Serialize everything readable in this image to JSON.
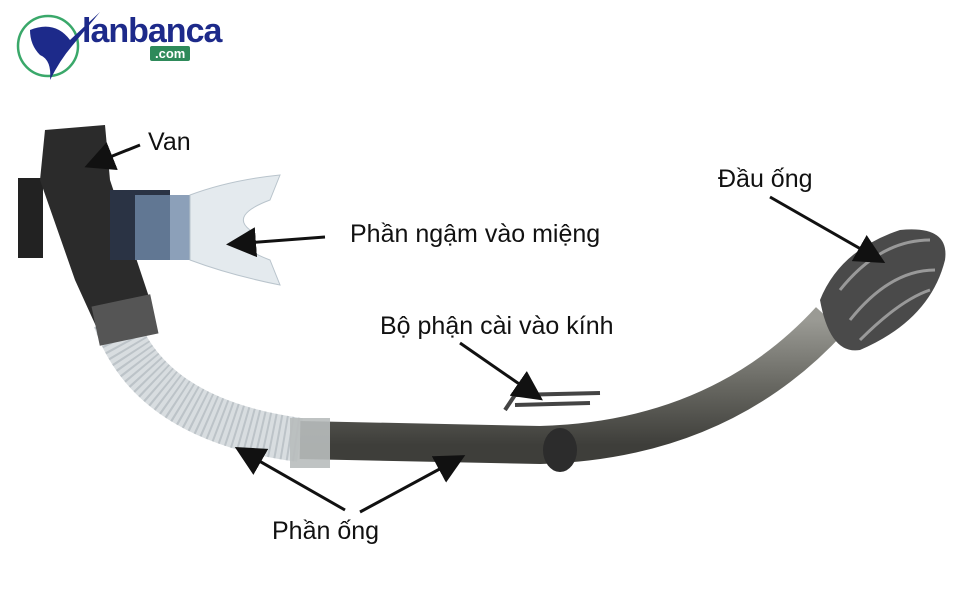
{
  "logo": {
    "name": "lanbanca",
    "suffix": ".com",
    "colors": {
      "text": "#1d2a8a",
      "badge": "#2e8a5a"
    }
  },
  "labels": {
    "valve": "Van",
    "mouthpiece": "Phần ngậm vào miệng",
    "mask_clip": "Bộ phận cài vào kính",
    "top": "Đầu ống",
    "tube": "Phần ống"
  }
}
